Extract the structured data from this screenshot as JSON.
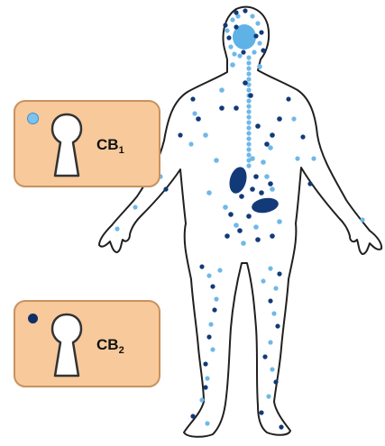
{
  "receptors": [
    {
      "id": "cb1",
      "name": "CB",
      "subscript": "1",
      "color": "#7ec3ef",
      "ring": "#3a8fd0"
    },
    {
      "id": "cb2",
      "name": "CB",
      "subscript": "2",
      "color": "#0f2f66",
      "ring": "#0a2247"
    }
  ],
  "colors": {
    "panel_fill": "#f7c99b",
    "panel_border": "#c8925e",
    "body_outline": "#202020",
    "light_blue": "#6fb8e8",
    "dark_blue": "#123a78",
    "organ_light": "#5fb2e6"
  }
}
